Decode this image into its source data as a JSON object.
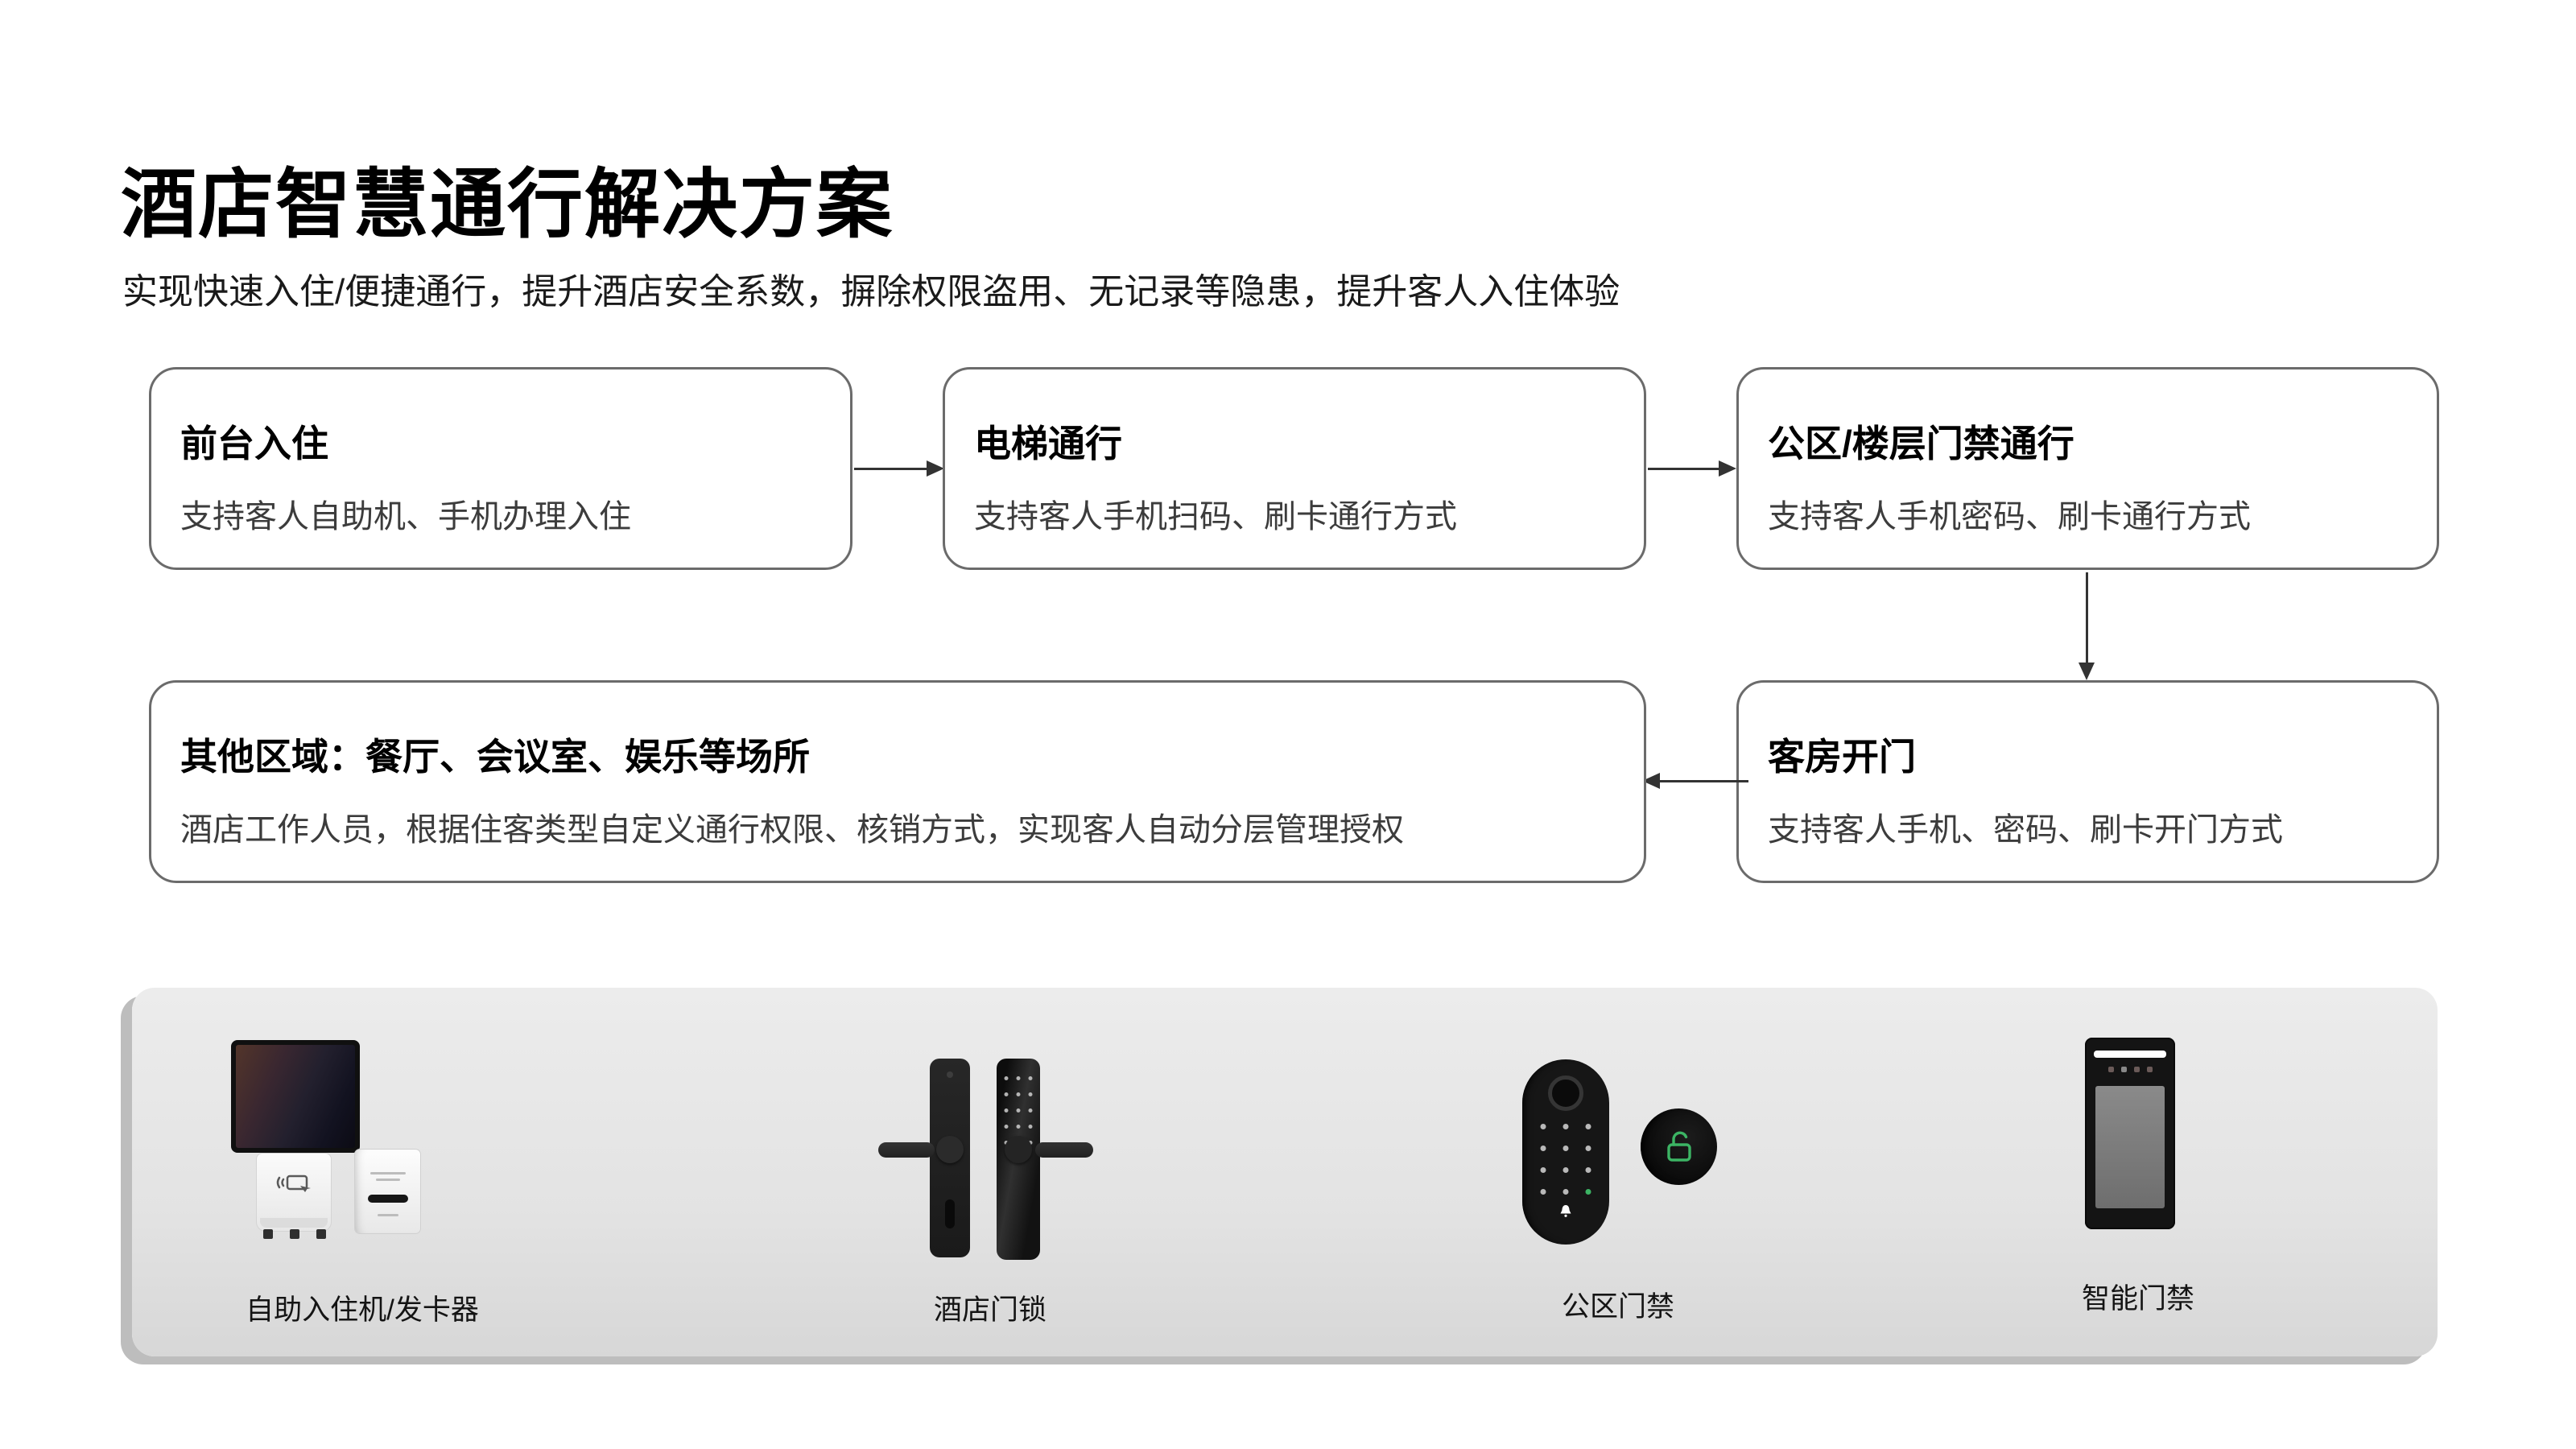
{
  "page": {
    "title": "酒店智慧通行解决方案",
    "subtitle": "实现快速入住/便捷通行，提升酒店安全系数，摒除权限盗用、无记录等隐患，提升客人入住体验"
  },
  "flow": {
    "boxes": [
      {
        "title": "前台入住",
        "desc": "支持客人自助机、手机办理入住"
      },
      {
        "title": "电梯通行",
        "desc": "支持客人手机扫码、刷卡通行方式"
      },
      {
        "title": "公区/楼层门禁通行",
        "desc": "支持客人手机密码、刷卡通行方式"
      },
      {
        "title": "客房开门",
        "desc": "支持客人手机、密码、刷卡开门方式"
      },
      {
        "title": "其他区域：餐厅、会议室、娱乐等场所",
        "desc": "酒店工作人员，根据住客类型自定义通行权限、核销方式，实现客人自动分层管理授权"
      }
    ]
  },
  "products": {
    "items": [
      {
        "label": "自助入住机/发卡器"
      },
      {
        "label": "酒店门锁"
      },
      {
        "label": "公区门禁"
      },
      {
        "label": "智能门禁"
      }
    ]
  },
  "colors": {
    "box_border": "#6b6b6b",
    "arrow": "#333333",
    "panel_bg": "#e9e9e9",
    "panel_shadow": "#bdbdbd",
    "unlock_green": "#3cb464",
    "face_screen_gray": "#7d7d7d"
  }
}
